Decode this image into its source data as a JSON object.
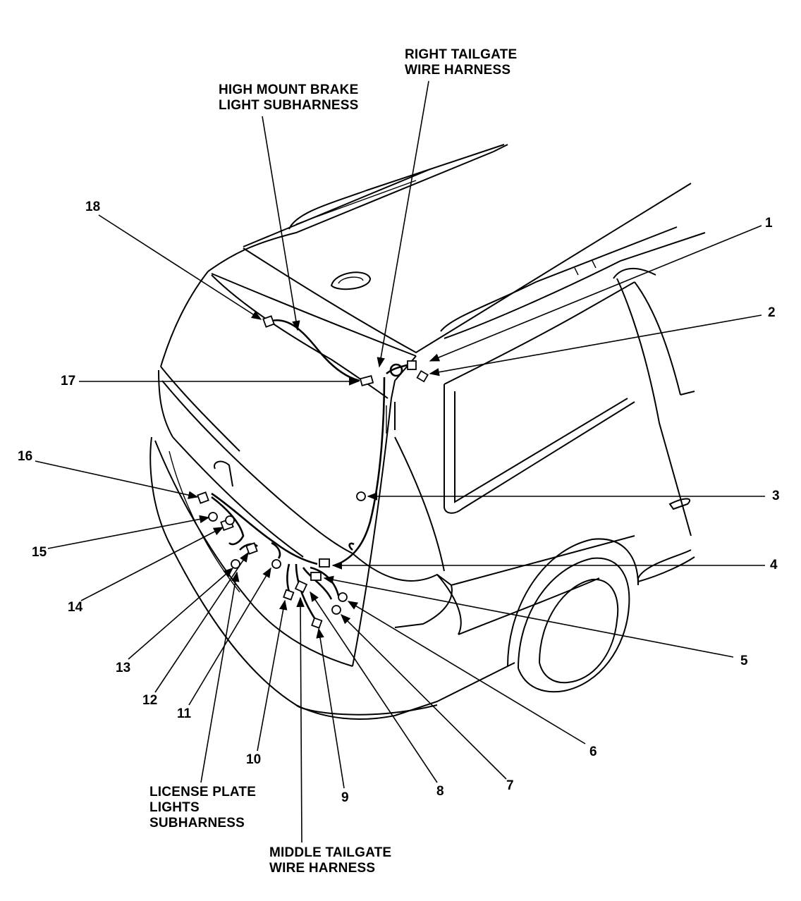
{
  "captions": {
    "right_tailgate": [
      "RIGHT TAILGATE",
      "WIRE HARNESS"
    ],
    "high_mount": [
      "HIGH MOUNT BRAKE",
      "LIGHT SUBHARNESS"
    ],
    "license_plate": [
      "LICENSE PLATE",
      "LIGHTS",
      "SUBHARNESS"
    ],
    "middle_tailgate": [
      "MIDDLE TAILGATE",
      "WIRE HARNESS"
    ]
  },
  "callouts": [
    "1",
    "2",
    "3",
    "4",
    "5",
    "6",
    "7",
    "8",
    "9",
    "10",
    "11",
    "12",
    "13",
    "14",
    "15",
    "16",
    "17",
    "18"
  ]
}
